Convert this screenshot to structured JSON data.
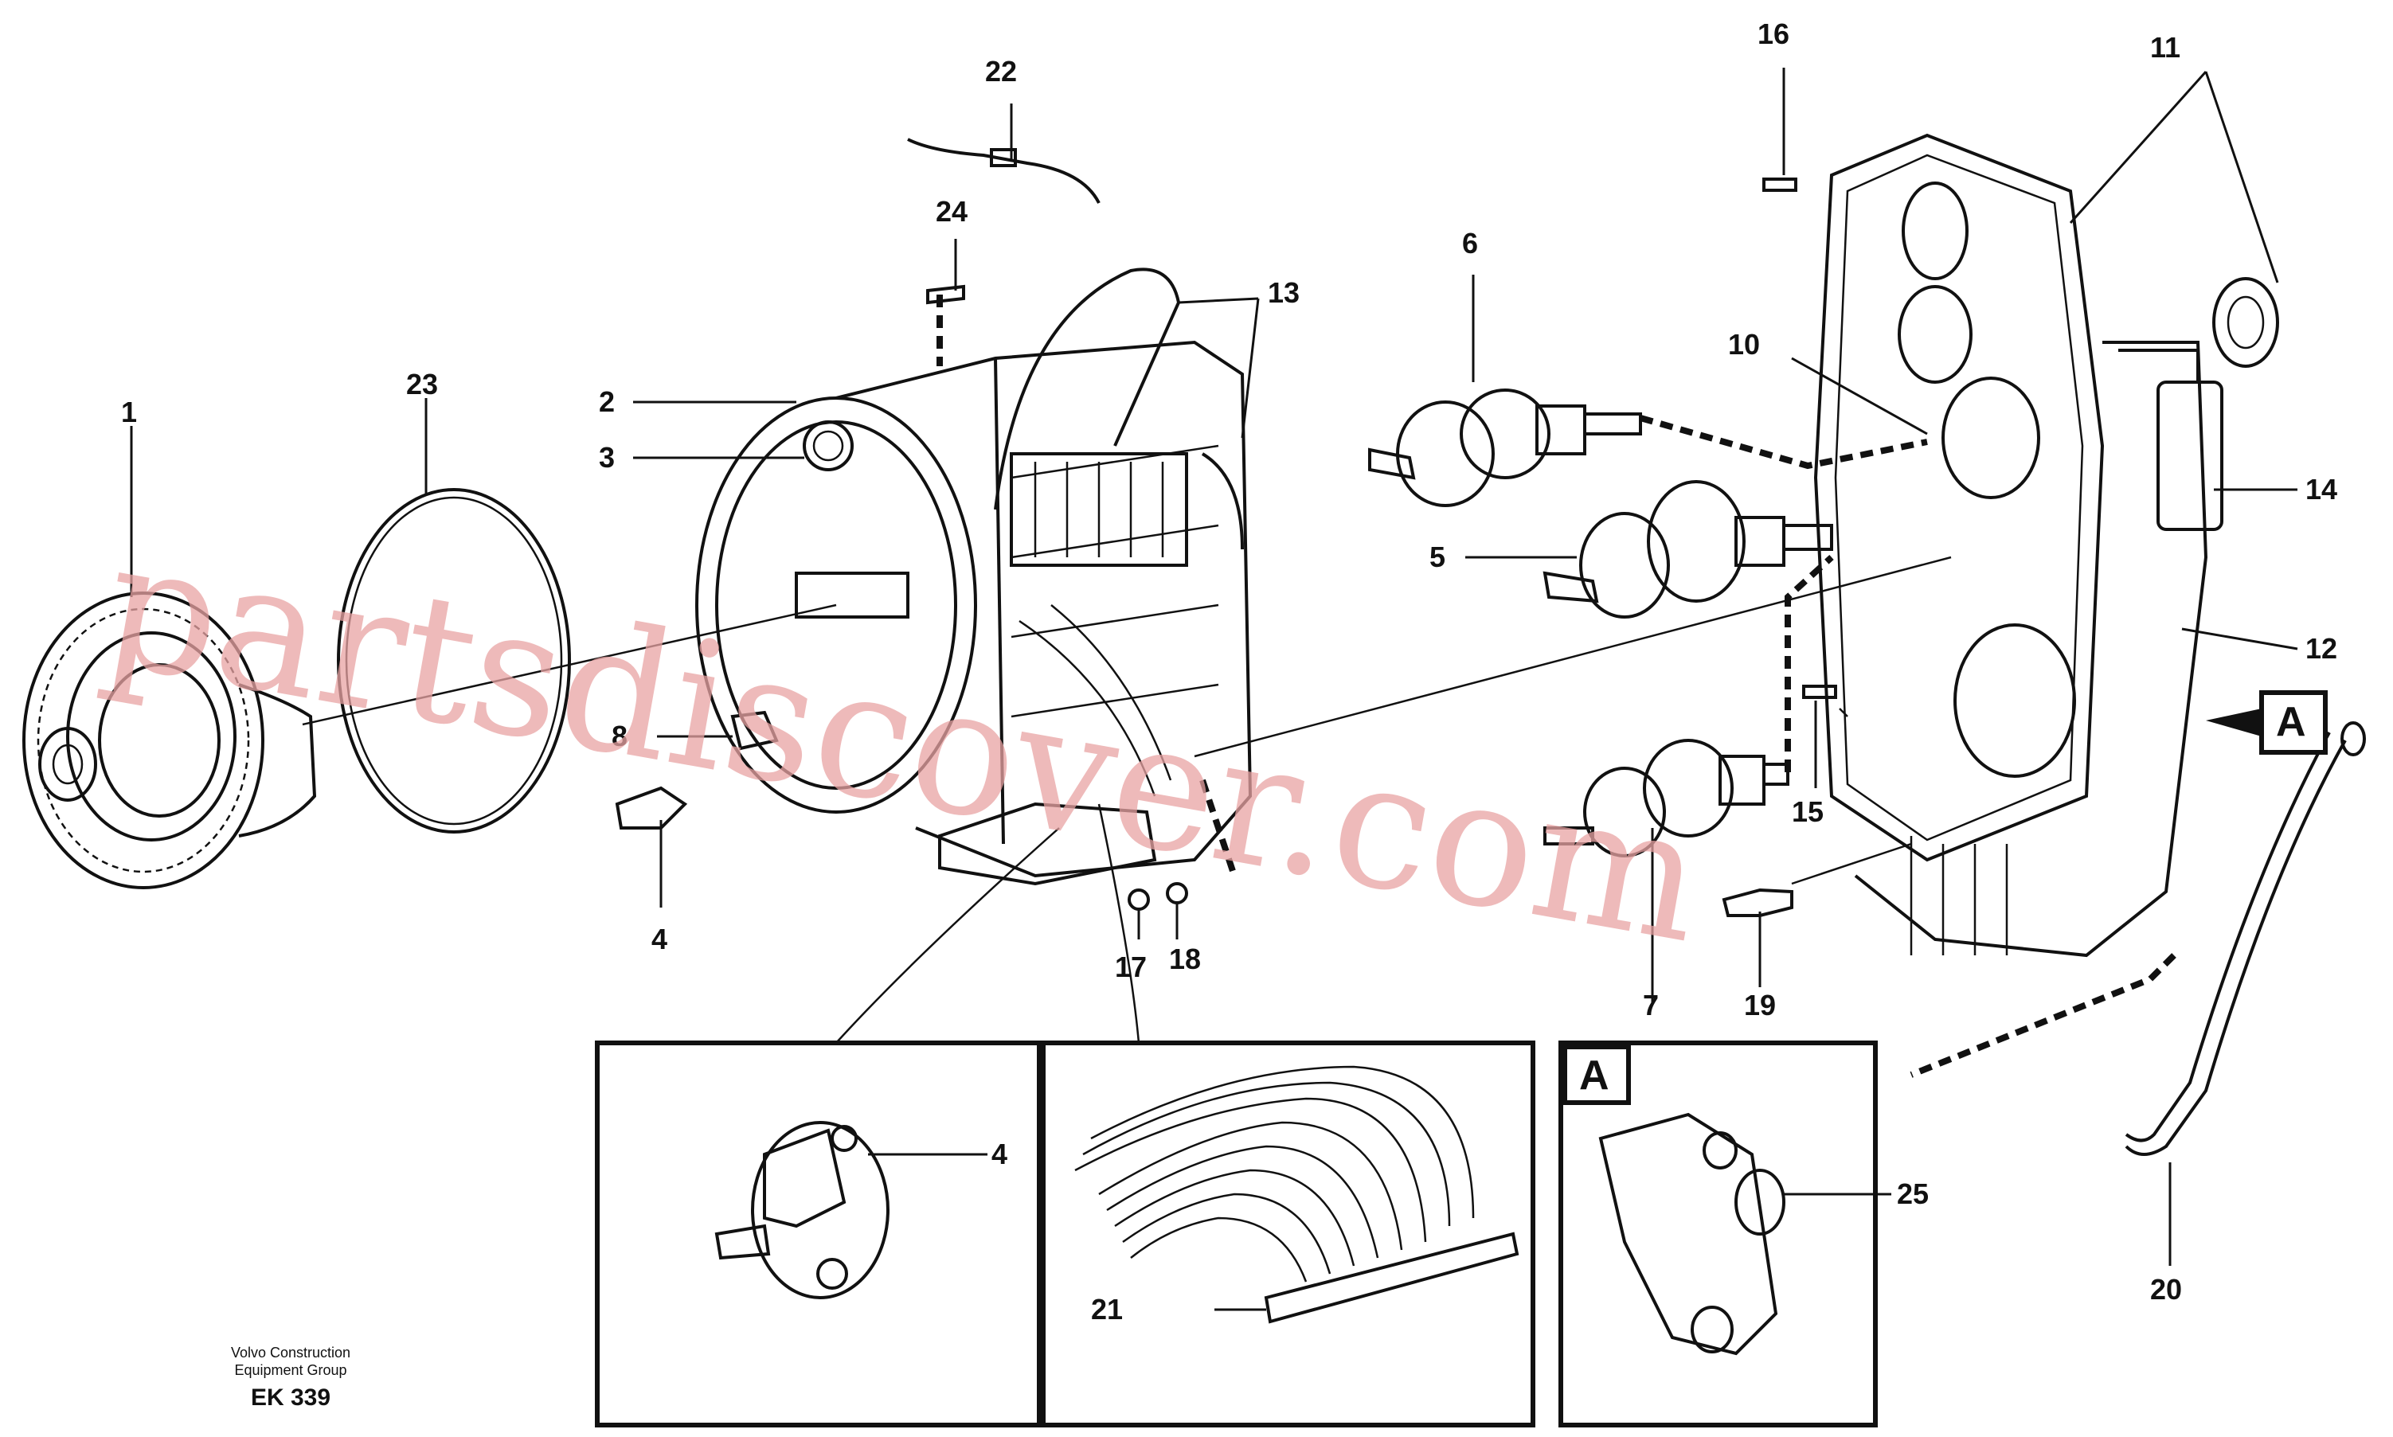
{
  "callouts": {
    "c1": "1",
    "c2": "2",
    "c3": "3",
    "c4": "4",
    "c4b": "4",
    "c5": "5",
    "c6": "6",
    "c7": "7",
    "c8": "8",
    "c10": "10",
    "c11": "11",
    "c12": "12",
    "c13": "13",
    "c14": "14",
    "c15": "15",
    "c16": "16",
    "c17": "17",
    "c18": "18",
    "c19": "19",
    "c20": "20",
    "c21": "21",
    "c22": "22",
    "c23": "23",
    "c24": "24",
    "c25": "25"
  },
  "view_markers": {
    "main": "A",
    "detail": "A"
  },
  "footer": {
    "line1": "Volvo Construction",
    "line2": "Equipment Group",
    "code": "EK 339"
  },
  "watermark": "partsdiscover.com"
}
